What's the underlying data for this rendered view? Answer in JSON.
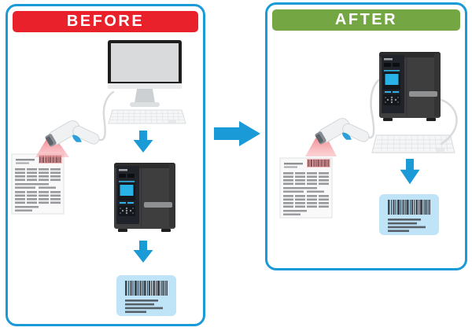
{
  "before_panel": {
    "title": "BEFORE",
    "header_color": "#e8212b",
    "icons": [
      "desktop-computer",
      "keyboard",
      "barcode-scanner",
      "scanned-document",
      "label-printer",
      "printed-barcode-label",
      "down-arrow",
      "down-arrow"
    ]
  },
  "after_panel": {
    "title": "AFTER",
    "header_color": "#74a743",
    "icons": [
      "label-printer",
      "keyboard",
      "barcode-scanner",
      "scanned-document",
      "printed-barcode-label",
      "down-arrow"
    ]
  },
  "transition": {
    "icon": "right-arrow"
  },
  "colors": {
    "panel_border": "#1b9ad8",
    "arrow_blue": "#1b9ad8",
    "before_red": "#e8212b",
    "after_green": "#74a743",
    "label_background": "#bfe4f8",
    "lcd_blue": "#29b2e8",
    "beam_red": "#ee4956"
  }
}
